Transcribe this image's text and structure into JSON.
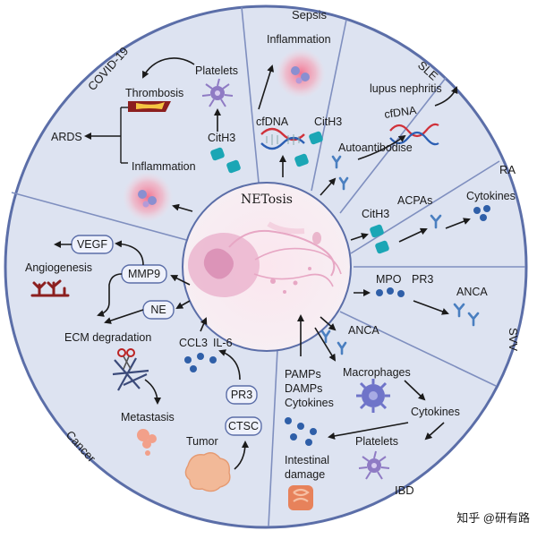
{
  "center": {
    "title": "NETosis"
  },
  "sections": {
    "sepsis": "Sepsis",
    "sle": "SLE",
    "ra": "RA",
    "svv": "SVV",
    "ibd": "IBD",
    "cancer": "Cancer",
    "covid": "COVID-19"
  },
  "labels": {
    "covid_platelets": "Platelets",
    "covid_thrombosis": "Thrombosis",
    "covid_ards": "ARDS",
    "covid_cith3": "CitH3",
    "covid_inflammation": "Inflammation",
    "sepsis_inflammation": "Inflammation",
    "sepsis_cfdna": "cfDNA",
    "sepsis_cith3": "CitH3",
    "sle_lupus": "lupus nephritis",
    "sle_cfdna": "cfDNA",
    "sle_autoantibody": "Autoantibodise",
    "ra_cith3": "CitH3",
    "ra_acpas": "ACPAs",
    "ra_cytokines": "Cytokines",
    "svv_mpo": "MPO",
    "svv_pr3": "PR3",
    "svv_anca": "ANCA",
    "ibd_anca": "ANCA",
    "ibd_pamps": "PAMPs",
    "ibd_damps": "DAMPs",
    "ibd_cytokines_left": "Cytokines",
    "ibd_macrophages": "Macrophages",
    "ibd_cytokines": "Cytokines",
    "ibd_platelets": "Platelets",
    "ibd_intestinal1": "Intestinal",
    "ibd_intestinal2": "damage",
    "cancer_vegf": "VEGF",
    "cancer_mmp9": "MMP9",
    "cancer_ne": "NE",
    "cancer_angiogenesis": "Angiogenesis",
    "cancer_ecm": "ECM degradation",
    "cancer_metastasis": "Metastasis",
    "cancer_ccl3": "CCL3",
    "cancer_il6": "IL-6",
    "cancer_pr3": "PR3",
    "cancer_ctsc": "CTSC",
    "cancer_tumor": "Tumor"
  },
  "watermark": "知乎 @研有路",
  "colors": {
    "disk_fill": "#dde3f1",
    "disk_border": "#5b6ea8",
    "divider": "#7f8fbf",
    "dna_red": "#d0313a",
    "dna_blue": "#2c5fb3",
    "histone": "#1ba6b5",
    "antibody": "#4a7fc0",
    "cytokine": "#2f5fa8",
    "neutrophil": "#e6a8c8",
    "inflammation": "#f07e95",
    "platelet": "#8f7bc4",
    "macrophage": "#6f74c9",
    "vessel": "#8c1f1f",
    "tumor": "#f2b998",
    "intestine": "#e7825b"
  }
}
